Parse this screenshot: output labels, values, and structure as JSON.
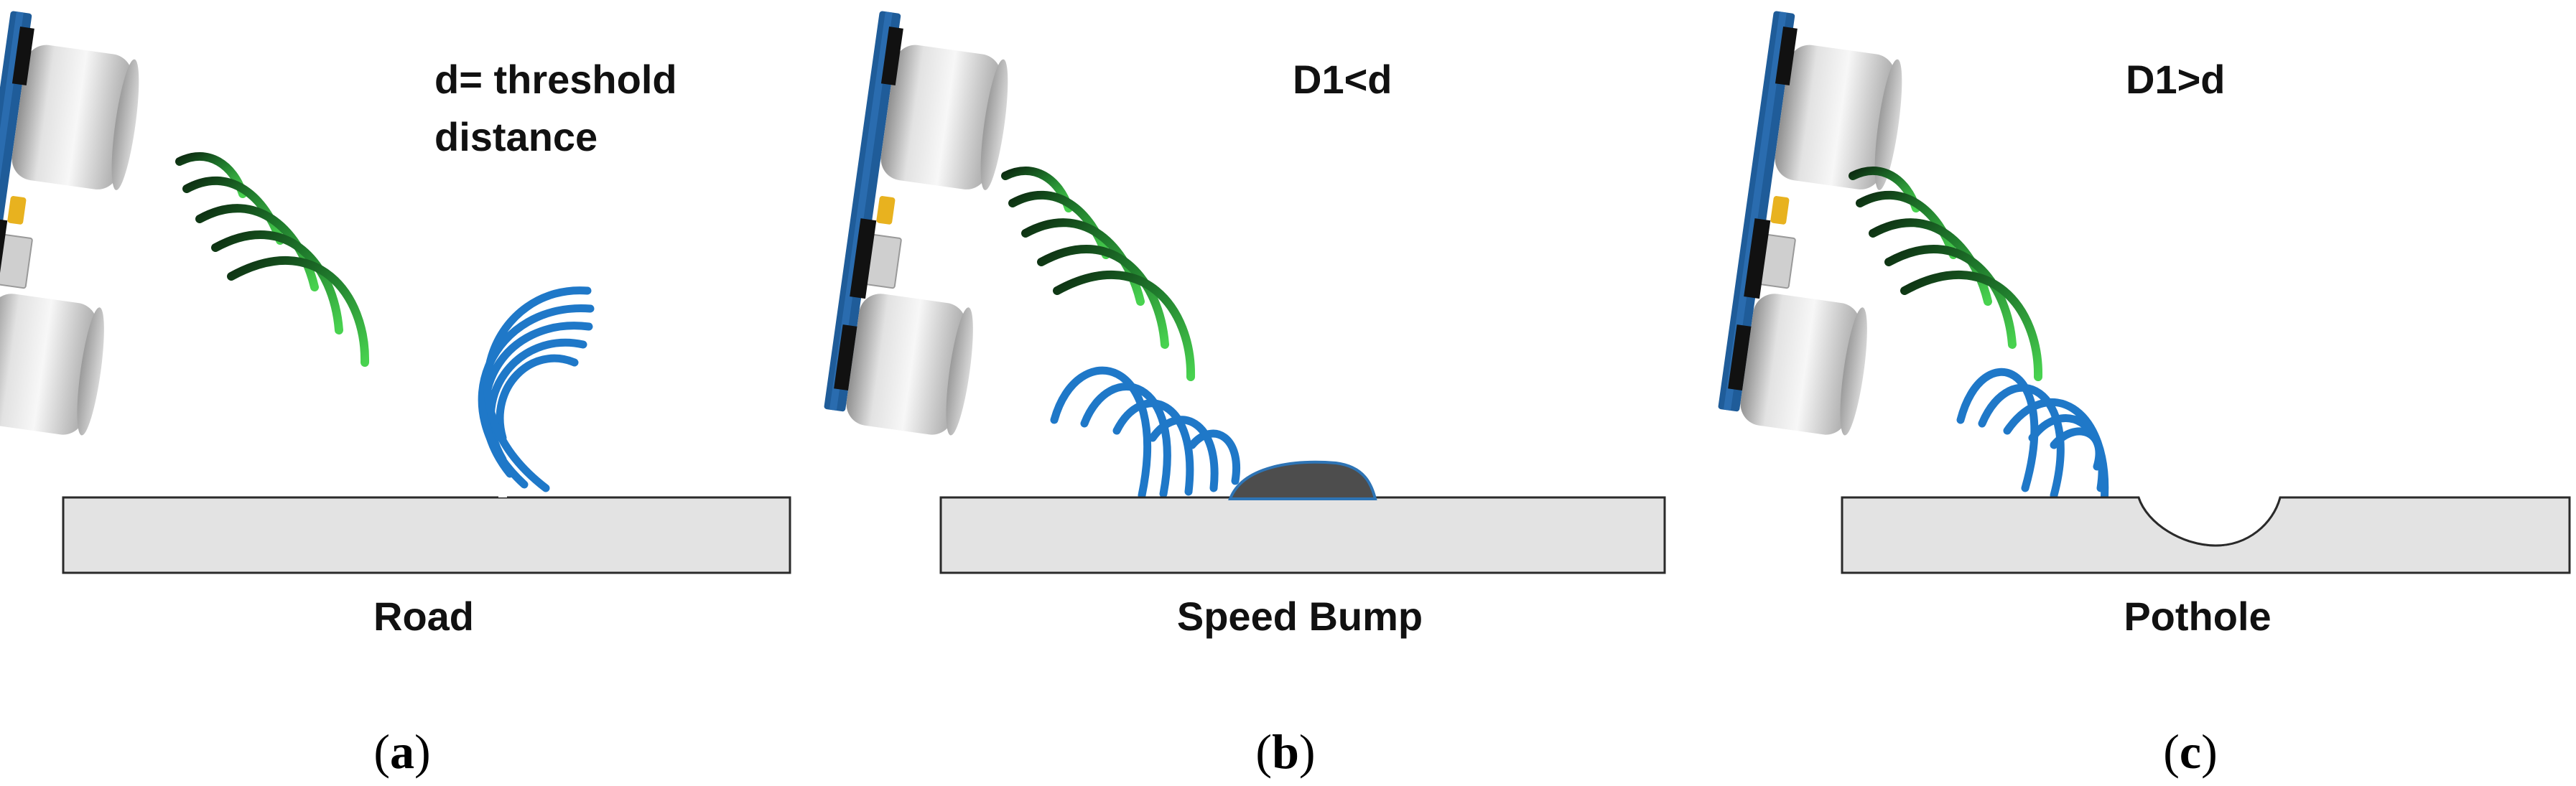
{
  "panels": [
    {
      "id": "a",
      "letter": "a",
      "annotation_lines": [
        "d= threshold",
        "distance"
      ],
      "surface_label": "Road",
      "surface_type": "flat-road"
    },
    {
      "id": "b",
      "letter": "b",
      "annotation_lines": [
        "D1<d"
      ],
      "surface_label": "Speed Bump",
      "surface_type": "speed-bump"
    },
    {
      "id": "c",
      "letter": "c",
      "annotation_lines": [
        "D1>d"
      ],
      "surface_label": "Pothole",
      "surface_type": "pothole"
    }
  ],
  "colors": {
    "road_fill": "#e3e3e3",
    "road_stroke": "#2a2a2a",
    "bump_fill": "#4d4d4d",
    "bump_edge": "#2e74b5",
    "emitted_wave_green": "#3cc24a",
    "emitted_wave_dark": "#0b2b10",
    "echo_wave_blue": "#1f78c8",
    "sensor_board": "#1f5c99",
    "sensor_can": "#cfcfcf",
    "sensor_crystal": "#e8b21f",
    "text": "#111111"
  },
  "icons": {
    "sensor": "ultrasonic-sensor-icon",
    "emitted": "emitted-wave-icon",
    "echo": "echo-wave-icon"
  }
}
